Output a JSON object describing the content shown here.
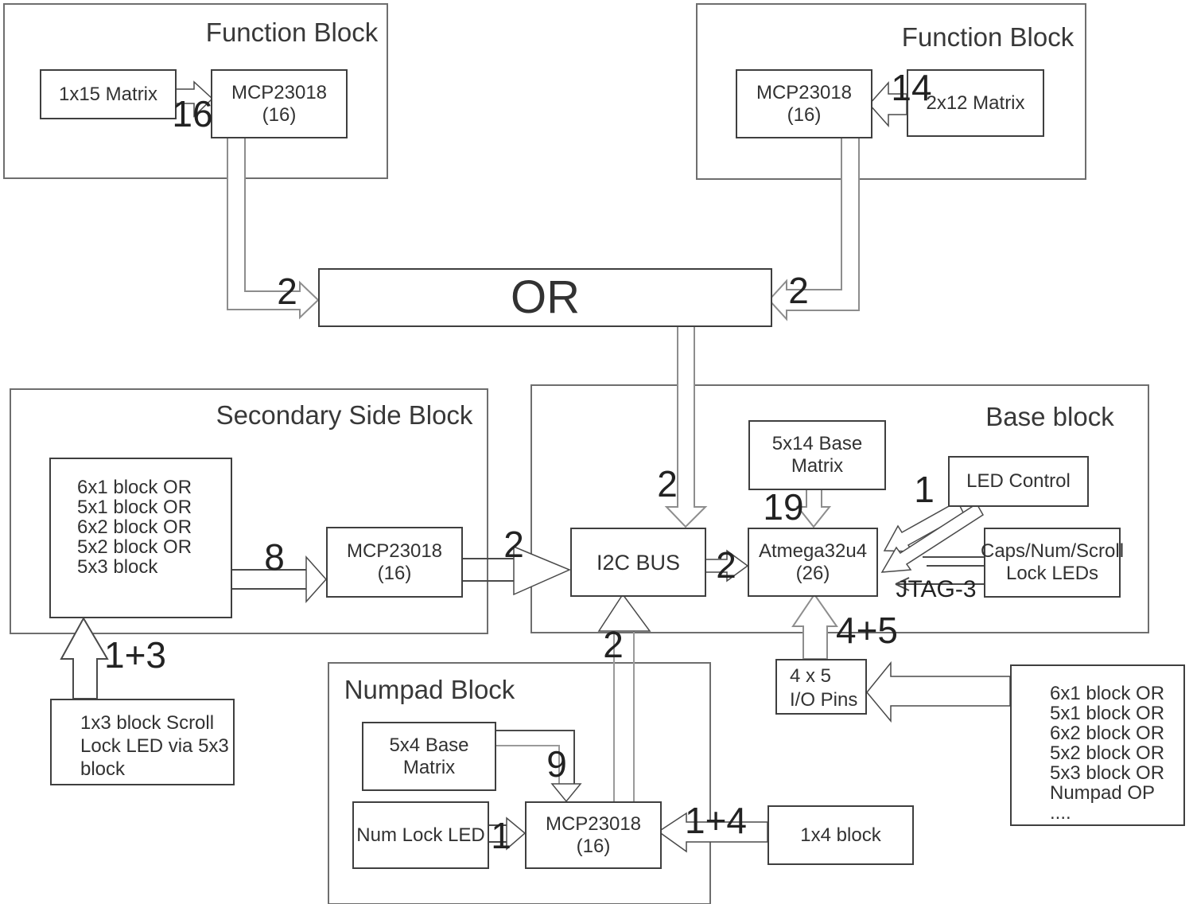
{
  "diagram": {
    "function_block_left": {
      "title": "Function Block",
      "matrix_label": "1x15 Matrix",
      "mcp_label": "MCP23018",
      "mcp_pins": "(16)",
      "wire_label": "16",
      "or_wire_label": "2"
    },
    "function_block_right": {
      "title": "Function Block",
      "matrix_label": "2x12 Matrix",
      "mcp_label": "MCP23018",
      "mcp_pins": "(16)",
      "wire_label": "14",
      "or_wire_label": "2"
    },
    "or_gate": {
      "label": "OR",
      "to_i2c_label": "2"
    },
    "secondary_side_block": {
      "title": "Secondary Side Block",
      "options": [
        "6x1 block OR",
        "5x1 block OR",
        "6x2 block OR",
        "5x2 block OR",
        "5x3 block"
      ],
      "to_mcp_label": "8",
      "mcp_label": "MCP23018",
      "mcp_pins": "(16)",
      "to_i2c_label": "2"
    },
    "scroll_lock": {
      "lines": [
        "1x3 block Scroll",
        "Lock LED via 5x3",
        "block"
      ],
      "wire_label": "1+3"
    },
    "base_block": {
      "title": "Base block",
      "base_matrix_lines": [
        "5x14 Base",
        "Matrix"
      ],
      "matrix_to_mcu_label": "19",
      "i2c_label": "I2C BUS",
      "i2c_to_mcu_label": "2",
      "mcu_label": "Atmega32u4",
      "mcu_pins": "(26)",
      "led_control_label": "LED Control",
      "led_wire_label": "1",
      "jtag_label": "JTAG-3",
      "lock_leds_lines": [
        "Caps/Num/Scroll",
        "Lock LEDs"
      ],
      "io_wire_label": "4+5"
    },
    "io_pins": {
      "lines": [
        "4 x 5",
        "I/O Pins"
      ]
    },
    "numpad_block": {
      "title": "Numpad Block",
      "matrix_lines": [
        "5x4 Base",
        "Matrix"
      ],
      "matrix_to_mcp_label": "9",
      "numlock_label": "Num Lock LED",
      "numlock_wire_label": "1",
      "mcp_label": "MCP23018",
      "mcp_pins": "(16)",
      "ext_wire_label": "1+4",
      "to_i2c_label": "2"
    },
    "ext_1x4": {
      "label": "1x4 block"
    },
    "options_box": {
      "lines": [
        "6x1 block OR",
        "5x1 block OR",
        "6x2 block OR",
        "5x2 block OR",
        "5x3 block OR",
        "Numpad OP",
        "...."
      ]
    }
  }
}
